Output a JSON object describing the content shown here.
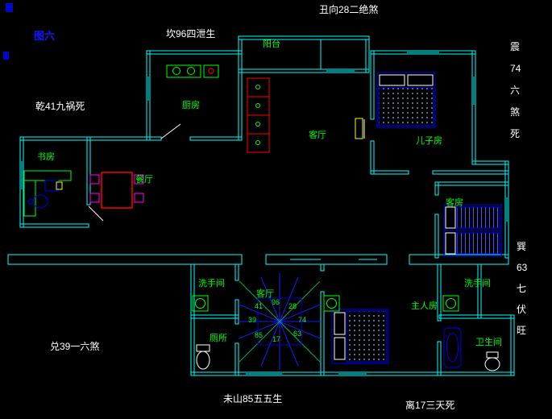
{
  "figure": {
    "label": "图六"
  },
  "annotations": {
    "chou": "丑向28二绝煞",
    "kan": "坎96四泄生",
    "qian": "乾41九祸死",
    "dui": "兑39一六煞",
    "wei": "未山85五五生",
    "li": "离17三天死",
    "zhen_lines": [
      "震",
      "74",
      "六",
      "煞",
      "死"
    ],
    "xun_lines": [
      "巽",
      "63",
      "七",
      "伏",
      "旺"
    ]
  },
  "rooms": {
    "balcony": "阳台",
    "kitchen": "厨房",
    "living": "客厅",
    "son": "儿子房",
    "study": "书房",
    "dining": "餐厅",
    "guest": "客房",
    "washroom_left": "洗手间",
    "stair_hall": "客厅",
    "toilet": "厕所",
    "master": "主人房",
    "washroom_right": "洗手间",
    "bathroom": "卫生间"
  },
  "compass": {
    "numbers": [
      "41",
      "96",
      "28",
      "39",
      "74",
      "85",
      "17",
      "63"
    ]
  },
  "colors": {
    "wall": "#00ffff",
    "room_label": "#00ff00",
    "annotation": "#ffffff",
    "figure_label": "#1717ff",
    "furniture_blue": "#0000ee",
    "sofa_red": "#ff0000",
    "dining_magenta": "#ff00ff",
    "door_yellow": "#ffff00"
  }
}
